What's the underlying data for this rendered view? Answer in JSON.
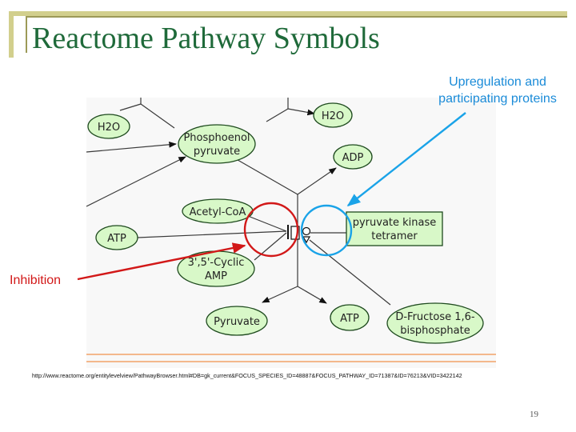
{
  "slide": {
    "title": "Reactome Pathway Symbols",
    "url": "http://www.reactome.org/entitylevelview/PathwayBrowser.html#DB=gk_current&FOCUS_SPECIES_ID=48887&FOCUS_PATHWAY_ID=71387&ID=76213&VID=3422142",
    "page_number": "19"
  },
  "callouts": {
    "upregulation": [
      "Upregulation and",
      "participating proteins"
    ],
    "inhibition": "Inhibition",
    "upregulation_color": "#1a8bd8",
    "inhibition_color": "#d21818"
  },
  "diagram": {
    "node_fill": "#d8f8c8",
    "nodes": {
      "h2o_left": [
        "H2O"
      ],
      "h2o_right": [
        "H2O"
      ],
      "pep": [
        "Phosphoenol",
        "pyruvate"
      ],
      "adp": [
        "ADP"
      ],
      "acetyl_coa": [
        "Acetyl-CoA"
      ],
      "atp_left": [
        "ATP"
      ],
      "camp": [
        "3',5'-Cyclic",
        "AMP"
      ],
      "pyruvate": [
        "Pyruvate"
      ],
      "atp_bottom": [
        "ATP"
      ],
      "fructose": [
        "D-Fructose 1,6-",
        "bisphosphate"
      ],
      "pk_tetramer": [
        "pyruvate kinase",
        "tetramer"
      ]
    }
  }
}
